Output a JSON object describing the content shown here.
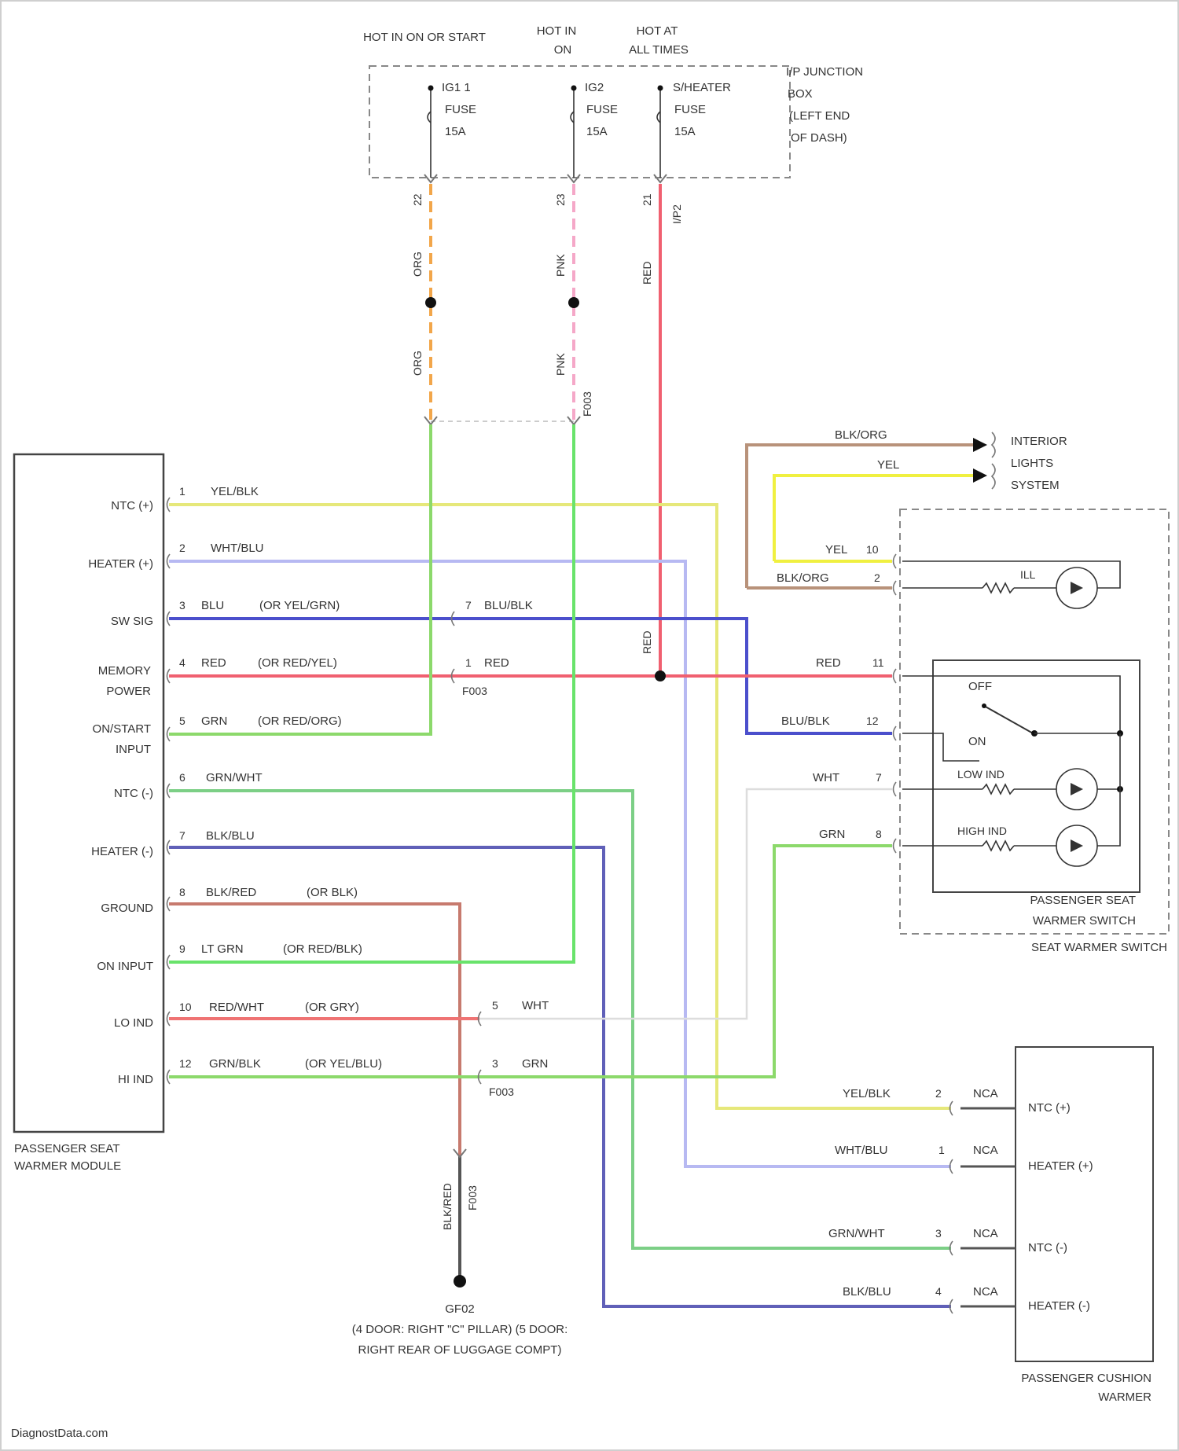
{
  "colors": {
    "orange": "#f2a64a",
    "pink": "#f5a8c8",
    "red": "#f06070",
    "green": "#8cd96b",
    "yellow": "#e6e87a",
    "lavender": "#b7b9f2",
    "blue": "#4b4fcc",
    "gray_green": "#7ccf86",
    "navy": "#6060b8",
    "brown": "#c77a6e",
    "lime": "#69e36b",
    "salmon": "#ef7373",
    "bright_yellow": "#f0f040",
    "tan": "#b8927a",
    "gray": "#c8c8c8"
  },
  "power": {
    "hot_on_off": "HOT IN ON OR START",
    "hot_in": "HOT IN",
    "hot_in_2": "ON",
    "hot_at": "HOT AT",
    "hot_at_2": "ALL TIMES",
    "fuses": [
      {
        "name": "IG1 1",
        "l2": "FUSE",
        "l3": "15A"
      },
      {
        "name": "IG2",
        "l2": "FUSE",
        "l3": "15A"
      },
      {
        "name": "S/HEATER",
        "l2": "FUSE",
        "l3": "15A"
      }
    ],
    "jb": [
      "I/P JUNCTION",
      "BOX",
      "(LEFT END",
      "OF DASH)"
    ],
    "wires": [
      "ORG",
      "ORG",
      "PNK",
      "PNK",
      "RED",
      "RED"
    ]
  },
  "module": {
    "name_l1": "PASSENGER SEAT",
    "name_l2": "WARMER MODULE",
    "pins": [
      {
        "no": "1",
        "name": "NTC (+)",
        "wire": "YEL/BLK",
        "alt": ""
      },
      {
        "no": "2",
        "name": "HEATER (+)",
        "wire": "WHT/BLU",
        "alt": ""
      },
      {
        "no": "3",
        "name": "SW SIG",
        "wire": "BLU",
        "alt": "(OR YEL/GRN)"
      },
      {
        "no": "4",
        "name": "MEMORY",
        "name2": "POWER",
        "wire": "RED",
        "alt": "(OR RED/YEL)"
      },
      {
        "no": "5",
        "name": "ON/START",
        "name2": "INPUT",
        "wire": "GRN",
        "alt": "(OR RED/ORG)"
      },
      {
        "no": "6",
        "name": "NTC (-)",
        "wire": "GRN/WHT",
        "alt": ""
      },
      {
        "no": "7",
        "name": "HEATER (-)",
        "wire": "BLK/BLU",
        "alt": ""
      },
      {
        "no": "8",
        "name": "GROUND",
        "wire": "BLK/RED",
        "alt": "(OR BLK)"
      },
      {
        "no": "9",
        "name": "ON INPUT",
        "wire": "LT GRN",
        "alt": "(OR RED/BLK)"
      },
      {
        "no": "10",
        "name": "LO IND",
        "wire": "RED/WHT",
        "alt": "(OR GRY)"
      },
      {
        "no": "12",
        "name": "HI IND",
        "wire": "GRN/BLK",
        "alt": "(OR YEL/BLU)"
      }
    ]
  },
  "mid": {
    "c7": "7",
    "c7_wire": "BLU/BLK",
    "c1": "1",
    "c1_wire": "RED",
    "f1": "F003",
    "c5": "5",
    "c5_wire": "WHT",
    "c3": "3",
    "c3_wire": "GRN",
    "f2": "F003",
    "red_v": "RED"
  },
  "interior": {
    "wire1": "BLK/ORG",
    "wire2": "YEL",
    "l1": "INTERIOR",
    "l2": "LIGHTS",
    "l3": "SYSTEM"
  },
  "switch": {
    "rows": [
      {
        "wire": "YEL",
        "pin": "10"
      },
      {
        "wire": "BLK/ORG",
        "pin": "2"
      },
      {
        "wire": "RED",
        "pin": "11"
      },
      {
        "wire": "BLU/BLK",
        "pin": "12"
      },
      {
        "wire": "WHT",
        "pin": "7"
      },
      {
        "wire": "GRN",
        "pin": "8"
      }
    ],
    "ill": "ILL",
    "off": "OFF",
    "on": "ON",
    "low": "LOW IND",
    "high": "HIGH IND",
    "name1": "PASSENGER SEAT",
    "name2": "WARMER SWITCH",
    "name3": "SEAT WARMER SWITCH"
  },
  "cushion": {
    "rows": [
      {
        "wire": "YEL/BLK",
        "pin": "2",
        "nca": "NCA",
        "name": "NTC (+)"
      },
      {
        "wire": "WHT/BLU",
        "pin": "1",
        "nca": "NCA",
        "name": "HEATER (+)"
      },
      {
        "wire": "GRN/WHT",
        "pin": "3",
        "nca": "NCA",
        "name": "NTC (-)"
      },
      {
        "wire": "BLK/BLU",
        "pin": "4",
        "nca": "NCA",
        "name": "HEATER (-)"
      }
    ],
    "name1": "PASSENGER CUSHION",
    "name2": "WARMER"
  },
  "ground": {
    "wire": "BLK/RED",
    "code": "F003",
    "id": "GF02",
    "l1": "(4 DOOR: RIGHT \"C\" PILLAR) (5 DOOR:",
    "l2": "RIGHT REAR OF LUGGAGE COMPT)"
  },
  "watermark": "DiagnostData.com"
}
